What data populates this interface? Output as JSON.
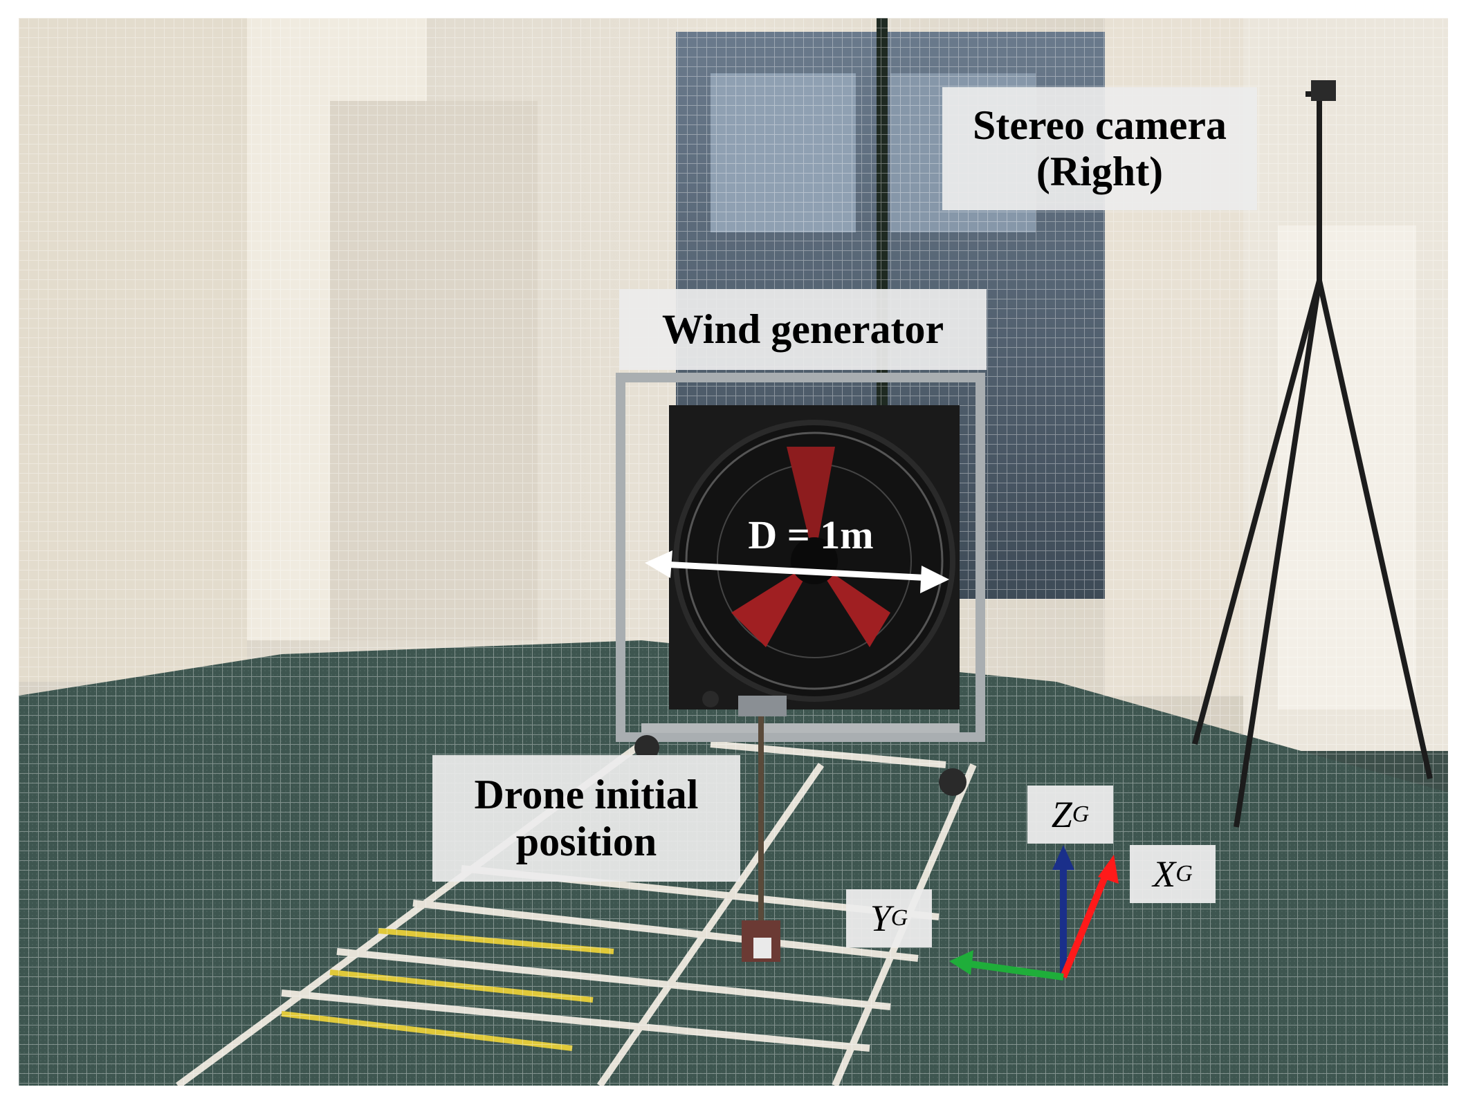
{
  "image": {
    "labels": {
      "stereo_line1": "Stereo camera",
      "stereo_line2": "(Right)",
      "wind_generator": "Wind generator",
      "diameter": "D = 1m",
      "drone_line1": "Drone initial",
      "drone_line2": "position"
    },
    "axes": {
      "z": {
        "letter": "Z",
        "sub": "G",
        "color": "#1a2f8a"
      },
      "x": {
        "letter": "X",
        "sub": "G",
        "color": "#ff1a1a"
      },
      "y": {
        "letter": "Y",
        "sub": "G",
        "color": "#1fae3a"
      }
    }
  }
}
